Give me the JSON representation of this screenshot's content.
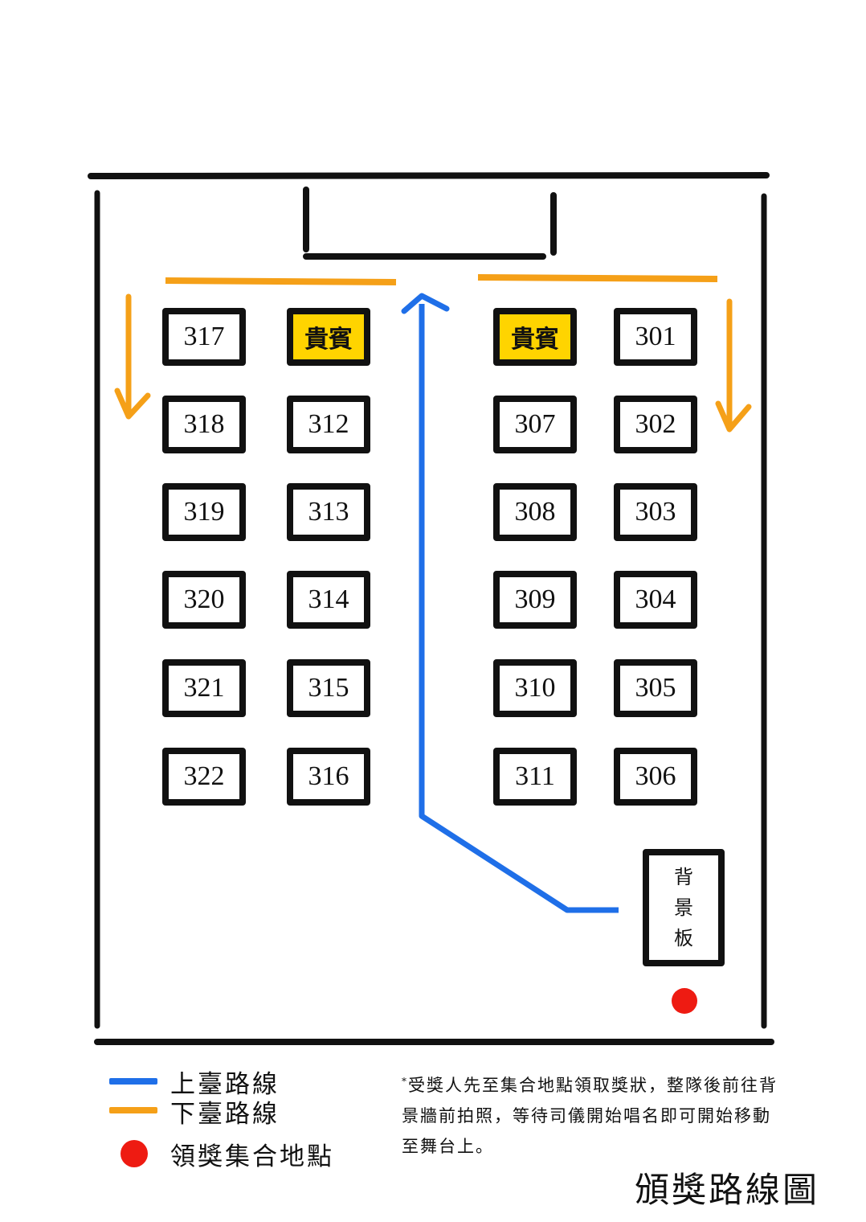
{
  "colors": {
    "up_route": "#1f6fe8",
    "down_route": "#f5a018",
    "gather_point": "#ee1b12",
    "vip_seat": "#ffd400",
    "ink": "#111111"
  },
  "left_block": [
    [
      {
        "label": "317",
        "vip": false
      },
      {
        "label": "貴賓",
        "vip": true
      }
    ],
    [
      {
        "label": "318",
        "vip": false
      },
      {
        "label": "312",
        "vip": false
      }
    ],
    [
      {
        "label": "319",
        "vip": false
      },
      {
        "label": "313",
        "vip": false
      }
    ],
    [
      {
        "label": "320",
        "vip": false
      },
      {
        "label": "314",
        "vip": false
      }
    ],
    [
      {
        "label": "321",
        "vip": false
      },
      {
        "label": "315",
        "vip": false
      }
    ],
    [
      {
        "label": "322",
        "vip": false
      },
      {
        "label": "316",
        "vip": false
      }
    ]
  ],
  "right_block": [
    [
      {
        "label": "貴賓",
        "vip": true
      },
      {
        "label": "301",
        "vip": false
      }
    ],
    [
      {
        "label": "307",
        "vip": false
      },
      {
        "label": "302",
        "vip": false
      }
    ],
    [
      {
        "label": "308",
        "vip": false
      },
      {
        "label": "303",
        "vip": false
      }
    ],
    [
      {
        "label": "309",
        "vip": false
      },
      {
        "label": "304",
        "vip": false
      }
    ],
    [
      {
        "label": "310",
        "vip": false
      },
      {
        "label": "305",
        "vip": false
      }
    ],
    [
      {
        "label": "311",
        "vip": false
      },
      {
        "label": "306",
        "vip": false
      }
    ]
  ],
  "backdrop": {
    "chars": [
      "背",
      "景",
      "板"
    ]
  },
  "legend": {
    "up_route": "上臺路線",
    "down_route": "下臺路線",
    "gather_point": "領獎集合地點"
  },
  "note": {
    "marker": "*",
    "text": "受獎人先至集合地點領取獎狀，整隊後前往背景牆前拍照，等待司儀開始唱名即可開始移動至舞台上。"
  },
  "title": "頒獎路線圖"
}
